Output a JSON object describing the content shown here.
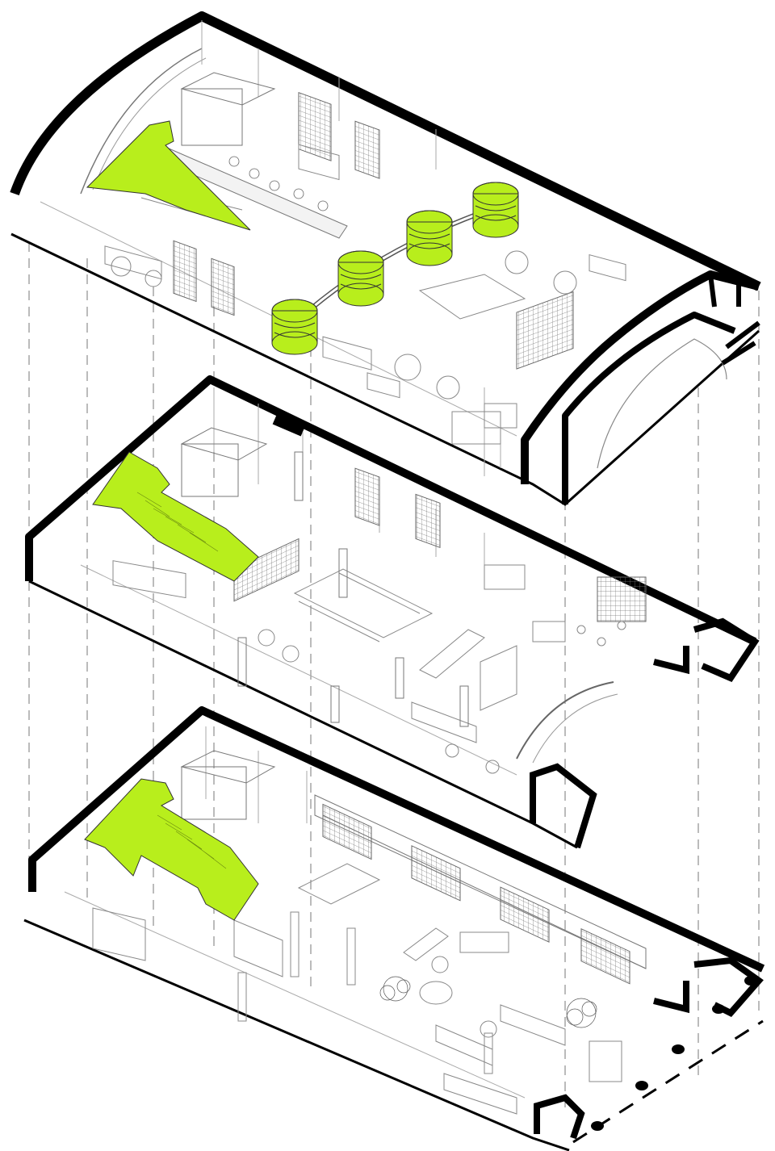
{
  "diagram": {
    "kind": "exploded-axonometric-floor-plan",
    "floors": [
      {
        "name": "upper-vaulted-floor",
        "highlight": [
          "stair-void",
          "round-meeting-pods"
        ]
      },
      {
        "name": "middle-floor",
        "highlight": [
          "stair"
        ]
      },
      {
        "name": "ground-floor",
        "highlight": [
          "stair"
        ]
      }
    ],
    "colors": {
      "highlight": "#b8ee1c",
      "wall": "#000000",
      "furniture": "#8a8a8a",
      "background": "#ffffff"
    }
  }
}
